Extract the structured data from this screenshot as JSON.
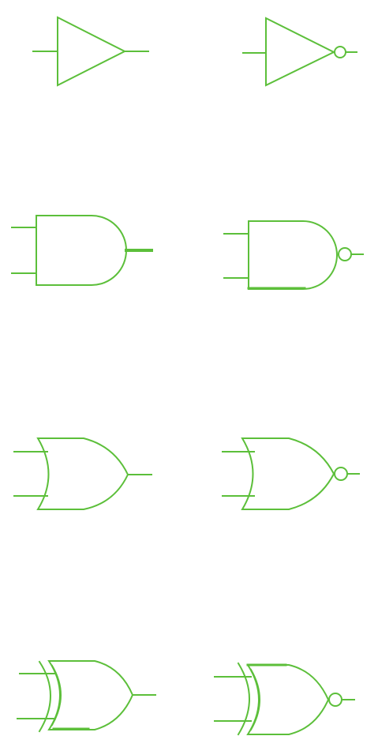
{
  "diagram": {
    "stroke_color": "#5cbf3a",
    "background": "#ffffff",
    "gates": [
      {
        "id": "buffer",
        "symbol": "buffer-gate"
      },
      {
        "id": "not",
        "symbol": "not-gate"
      },
      {
        "id": "and",
        "symbol": "and-gate"
      },
      {
        "id": "nand",
        "symbol": "nand-gate"
      },
      {
        "id": "or",
        "symbol": "or-gate"
      },
      {
        "id": "nor",
        "symbol": "nor-gate"
      },
      {
        "id": "xor",
        "symbol": "xor-gate"
      },
      {
        "id": "xnor",
        "symbol": "xnor-gate"
      }
    ]
  }
}
